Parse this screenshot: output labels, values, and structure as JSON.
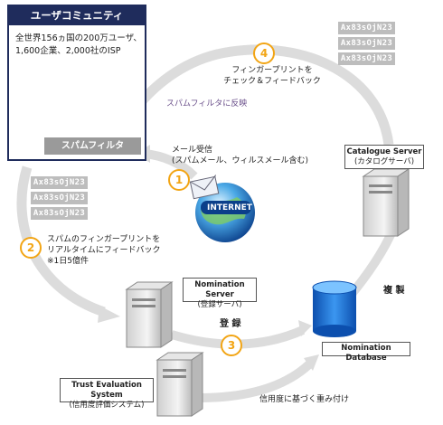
{
  "community": {
    "title": "ユーザコミュニティ",
    "desc_line1": "全世界156ヵ国の200万ユーザ、",
    "desc_line2": "1,600企業、2,000社のISP",
    "filter_label": "スパムフィルタ"
  },
  "fingerprint_tags": [
    "Ax83sOjN23",
    "Ax83sOjN23",
    "Ax83sOjN23"
  ],
  "steps": [
    {
      "number": "1",
      "line1": "メール受信",
      "line2": "(スパムメール、ウィルスメール含む)"
    },
    {
      "number": "2",
      "line1": "スパムのフィンガープリントを",
      "line2": "リアルタイムにフィードバック",
      "line3": "※1日5億件"
    },
    {
      "number": "3",
      "line1": "登 録"
    },
    {
      "number": "4",
      "line1": "フィンガープリントを",
      "line2": "チェック＆フィードバック"
    }
  ],
  "reflect_label": "スパムフィルタに反映",
  "internet_label": "INTERNET",
  "catalogue_server": {
    "line1": "Catalogue Server",
    "line2": "(カタログサーバ)"
  },
  "nomination_server": {
    "line1": "Nomination Server",
    "line2": "(登録サーバ)"
  },
  "nomination_db": {
    "label": "Nomination Database"
  },
  "trust_system": {
    "line1": "Trust Evaluation System",
    "line2": "(信用度評価システム)"
  },
  "copy_label": "複 製",
  "weight_label": "信用度に基づく重み付け",
  "colors": {
    "navy": "#1f2c5c",
    "orange": "#f2a515",
    "arrow": "#dcdcdc",
    "tag": "#bdbdbd",
    "db": "#1a6fd6"
  }
}
